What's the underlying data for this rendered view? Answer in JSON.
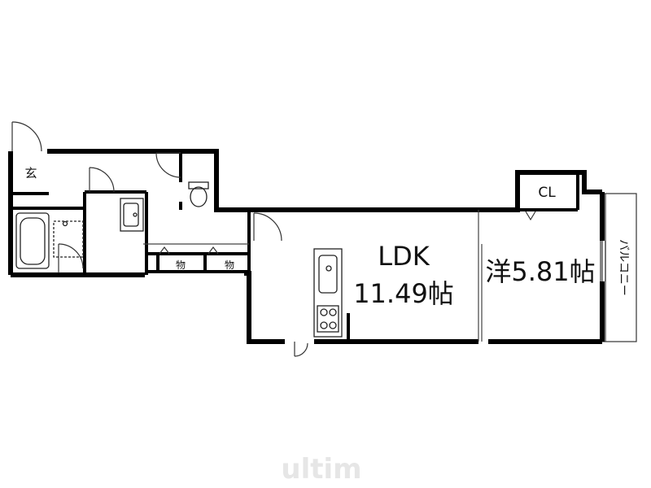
{
  "rooms": {
    "entrance": "玄",
    "ldk_name": "LDK",
    "ldk_size": "11.49帖",
    "western_room": "洋5.81帖",
    "closet": "CL",
    "storage_1": "物",
    "storage_2": "物",
    "balcony": "バルコニー"
  },
  "watermark": "ultim",
  "colors": {
    "wall": "#000000",
    "thin_line": "#333333",
    "watermark": "#e6e6e6"
  }
}
